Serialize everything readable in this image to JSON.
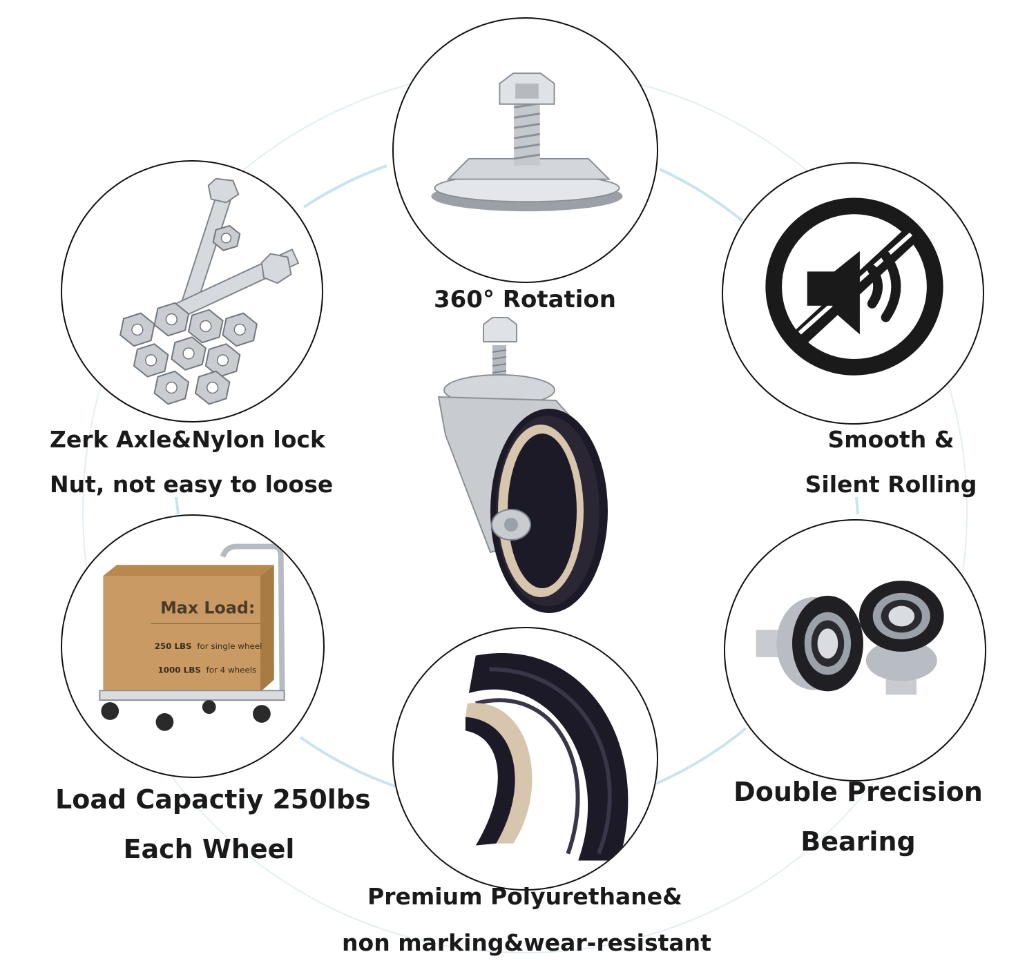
{
  "features": {
    "rotation": {
      "label": "360° Rotation",
      "icon": "swivel-stem-bolt"
    },
    "axle": {
      "line1": "Zerk Axle&Nylon lock",
      "line2": "Nut, not easy to loose",
      "icon": "bolts-and-nuts"
    },
    "silent": {
      "line1": "Smooth &",
      "line2": "Silent Rolling",
      "icon": "no-sound-icon"
    },
    "load": {
      "line1": "Load Capactiy 250lbs",
      "line2": "Each Wheel",
      "icon": "platform-cart-with-box",
      "box_title": "Max Load:",
      "box_bold1": "250 LBS",
      "box_text1": "for single wheel",
      "box_bold2": "1000 LBS",
      "box_text2": "for 4 wheels"
    },
    "bearing": {
      "line1": "Double Precision",
      "line2": "Bearing",
      "icon": "precision-bearing"
    },
    "material": {
      "line1": "Premium Polyurethane&",
      "line2": "non marking&wear-resistant",
      "icon": "polyurethane-tread-closeup"
    }
  },
  "center_product": {
    "icon": "swivel-caster-wheel"
  },
  "colors": {
    "ring": "#c9e4f0",
    "tread": "#1c1a26",
    "core": "#d7c5ad",
    "steel": "#c8ccd1",
    "text": "#1a1a1a"
  }
}
